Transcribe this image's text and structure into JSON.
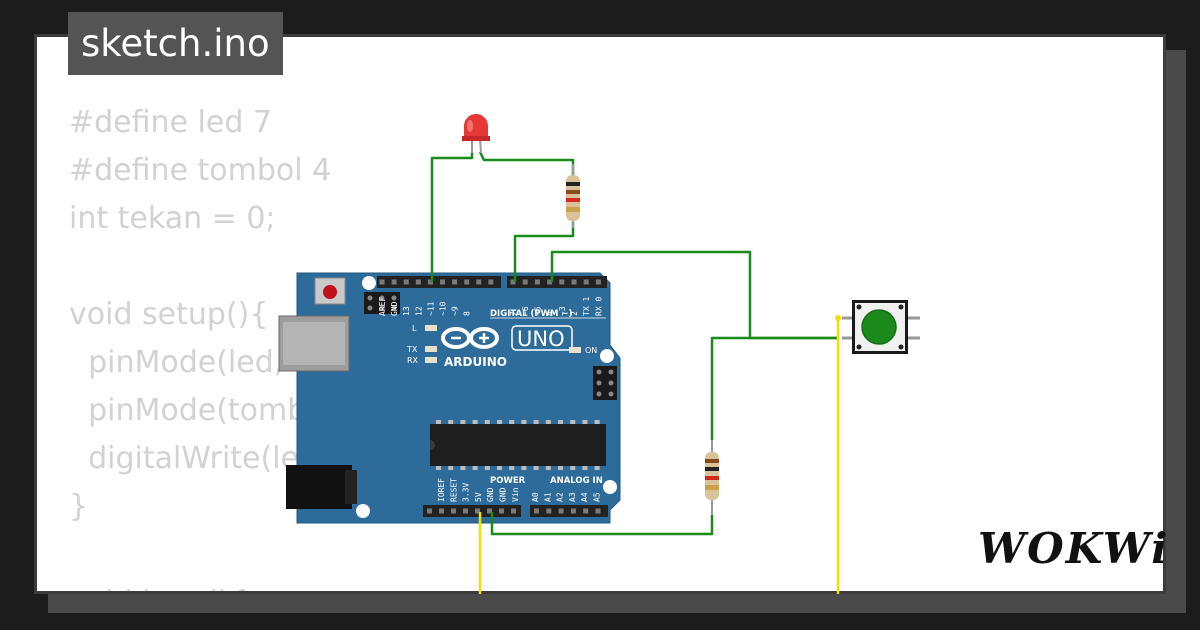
{
  "window": {
    "title": "sketch.ino"
  },
  "code_lines": [
    "#define led 7",
    "#define tombol 4",
    "int tekan = 0;",
    "",
    "void setup(){",
    "  pinMode(led,",
    "  pinMode(tomb",
    "  digitalWrite(le",
    "}",
    "",
    "void loop(){"
  ],
  "board": {
    "name": "UNO",
    "brand": "ARDUINO",
    "digital_header_label": "DIGITAL (PWM ~)",
    "digital_pins": [
      "AREF",
      "GND",
      "13",
      "12",
      "~11",
      "~10",
      "~9",
      "8",
      "7",
      "~6",
      "~5",
      "4",
      "~3",
      "2",
      "TX 1",
      "RX 0"
    ],
    "power_header_label": "POWER",
    "power_pins": [
      "IOREF",
      "RESET",
      "3.3V",
      "5V",
      "GND",
      "GND",
      "Vin"
    ],
    "analog_header_label": "ANALOG IN",
    "analog_pins": [
      "A0",
      "A1",
      "A2",
      "A3",
      "A4",
      "A5"
    ],
    "led_labels": {
      "l": "L",
      "tx": "TX",
      "rx": "RX",
      "on": "ON"
    }
  },
  "components": {
    "led": {
      "color": "#e53935"
    },
    "pushbutton": {
      "color": "#1b8a1b"
    }
  },
  "wires": {
    "signal": "#1a8a1a",
    "power": "#f0e000"
  },
  "brand_logo": "WOKWi"
}
